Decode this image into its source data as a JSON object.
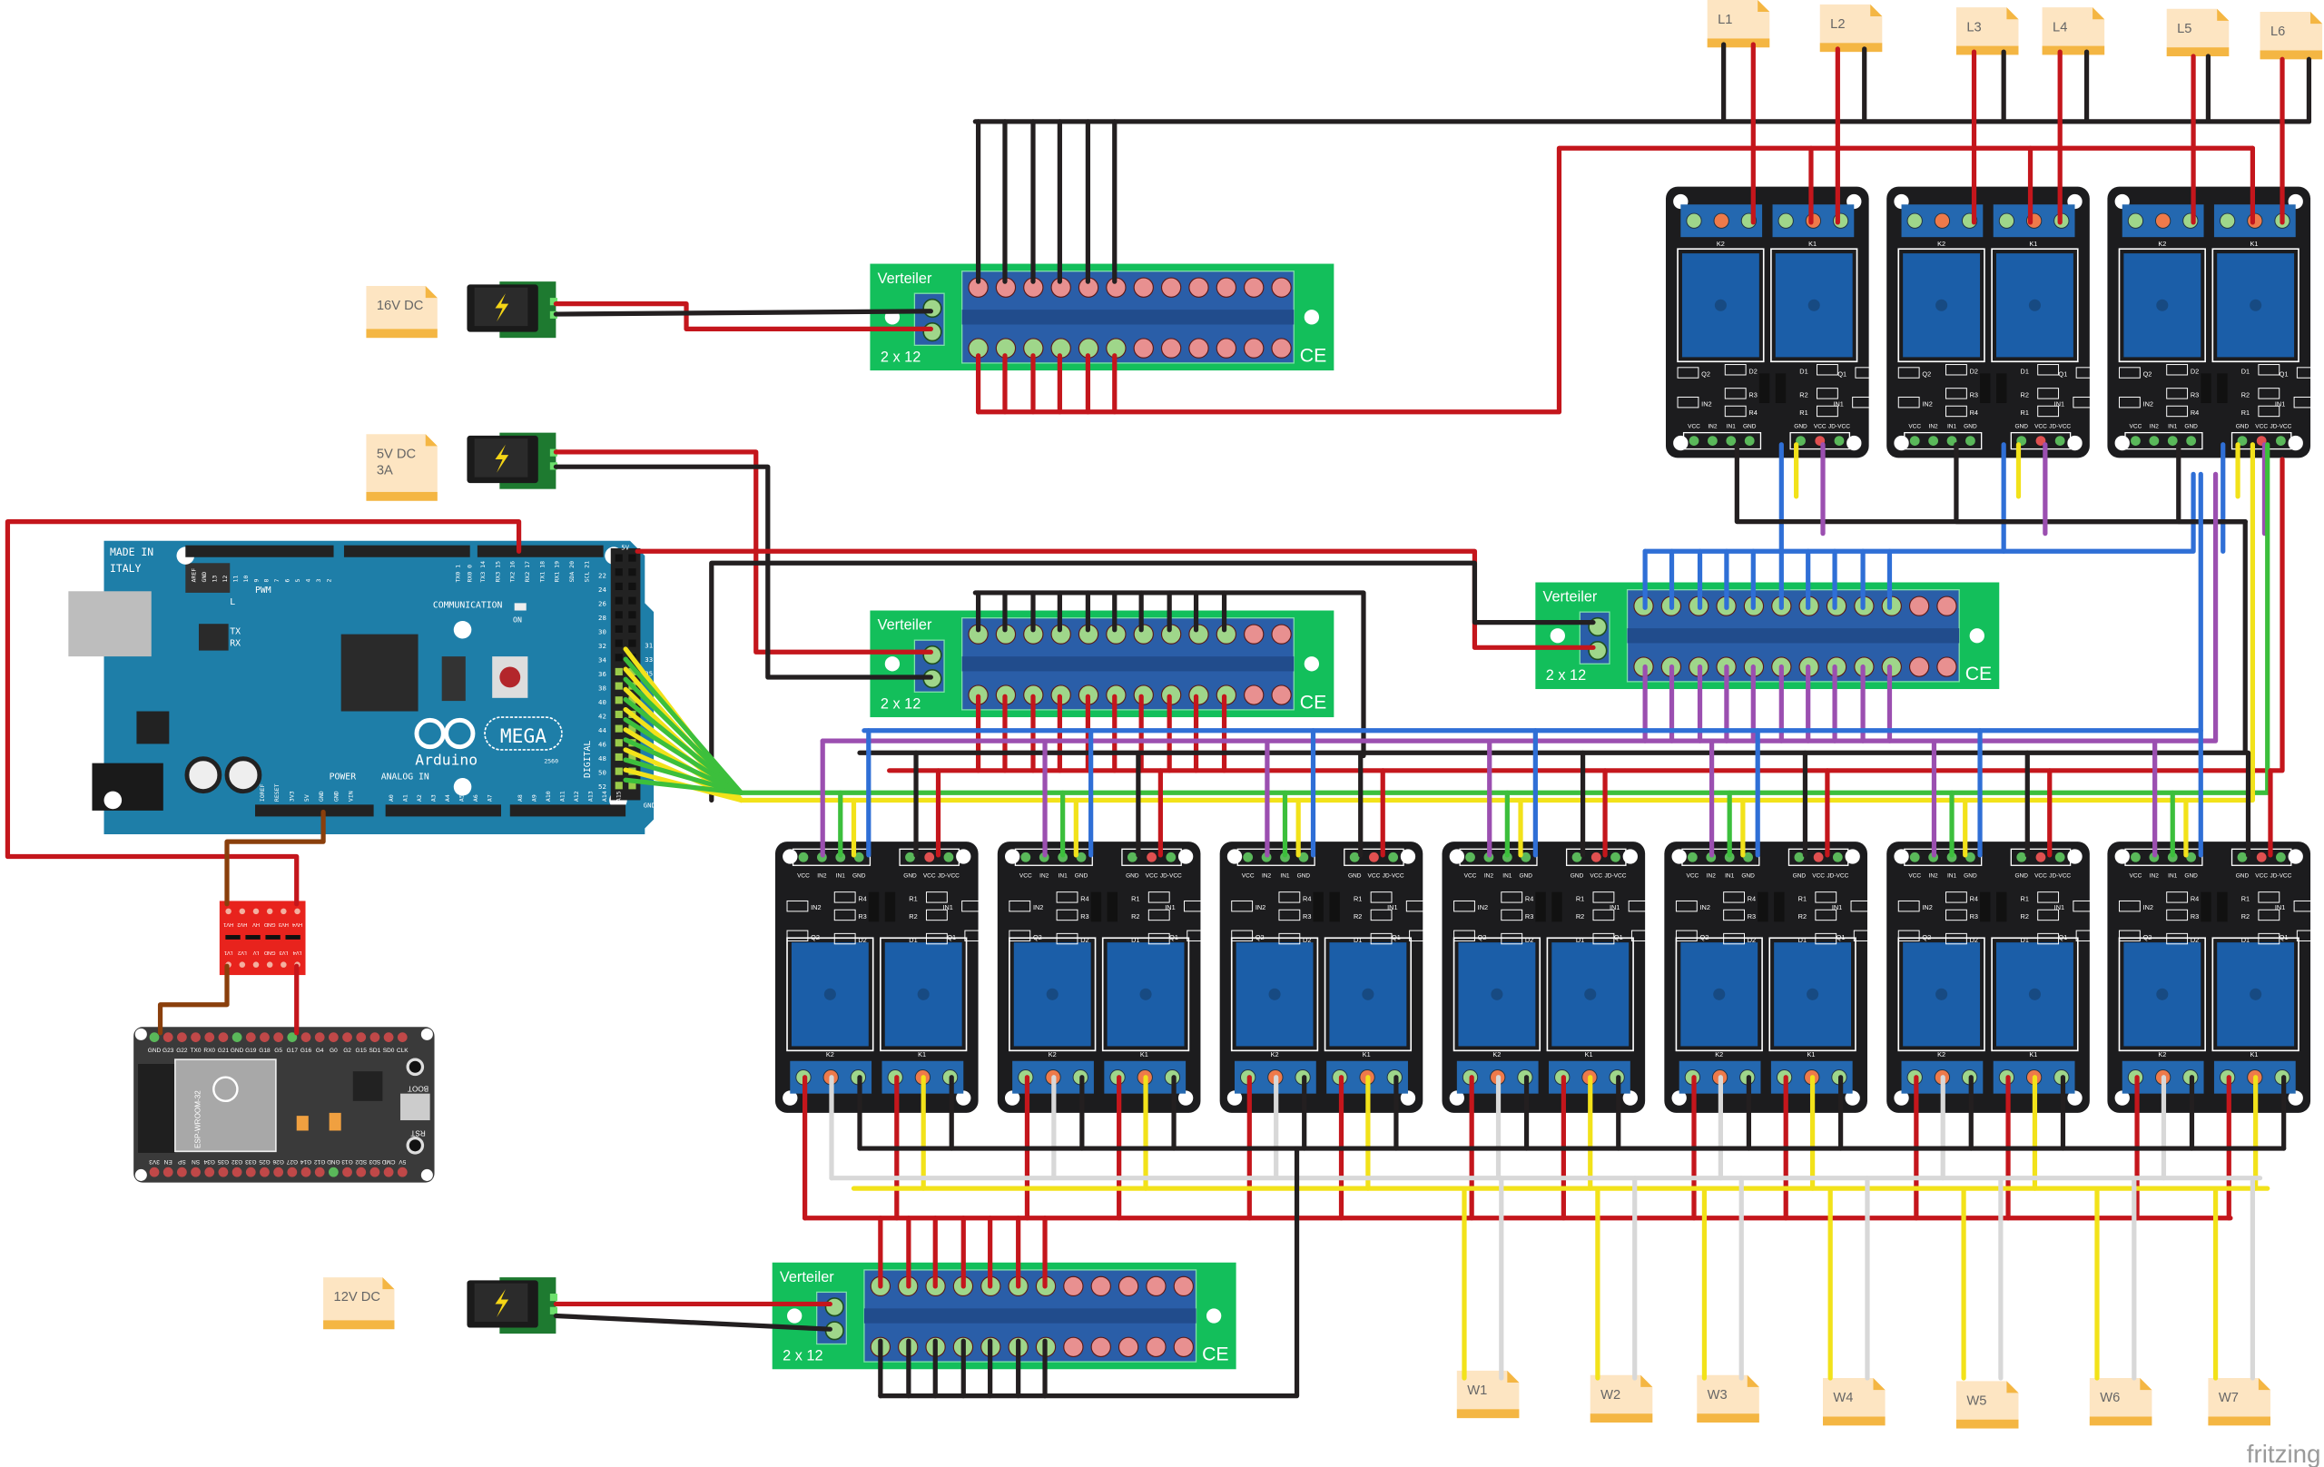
{
  "power_labels": {
    "v16": "16V DC",
    "v5_line1": "5V DC",
    "v5_line2": "3A",
    "v12": "12V DC"
  },
  "lamp_labels": [
    "L1",
    "L2",
    "L3",
    "L4",
    "L5",
    "L6"
  ],
  "window_labels": [
    "W1",
    "W2",
    "W3",
    "W4",
    "W5",
    "W6",
    "W7"
  ],
  "distributor": {
    "title": "Verteiler",
    "size": "2 x 12",
    "mark": "CE"
  },
  "arduino": {
    "made_in": "MADE IN",
    "italy": "ITALY",
    "pwm": "PWM",
    "communication": "COMMUNICATION",
    "tx": "TX",
    "rx": "RX",
    "led_l": "L",
    "on": "ON",
    "logo_text": "Arduino",
    "model": "MEGA",
    "chip": "2560",
    "power": "POWER",
    "analog_in": "ANALOG IN",
    "digital": "DIGITAL",
    "pin_5v": "5V",
    "pin_gnd": "GND",
    "top_pins": [
      "AREF",
      "GND",
      "13",
      "12",
      "11",
      "10",
      "9",
      "8",
      "7",
      "6",
      "5",
      "4",
      "3",
      "2",
      "TX0 1",
      "RX0 0",
      "TX3 14",
      "RX3 15",
      "TX2 16",
      "RX2 17",
      "TX1 18",
      "RX1 19",
      "SDA 20",
      "SCL 21"
    ],
    "digital_pins_left": [
      "22",
      "24",
      "26",
      "28",
      "30",
      "32",
      "34",
      "36",
      "38",
      "40",
      "42",
      "44",
      "46",
      "48",
      "50",
      "52"
    ],
    "digital_pins_right": [
      "31",
      "33",
      "35"
    ],
    "power_pins": [
      "IOREF",
      "RESET",
      "3V3",
      "5V",
      "GND",
      "GND",
      "VIN"
    ],
    "analog_pins": [
      "A0",
      "A1",
      "A2",
      "A3",
      "A4",
      "A5",
      "A6",
      "A7",
      "A8",
      "A9",
      "A10",
      "A11",
      "A12",
      "A13",
      "A14",
      "A15"
    ]
  },
  "level_shifter": {
    "hv_pins": [
      "HV1",
      "HV2",
      "HV",
      "GND",
      "HV3",
      "HV4"
    ],
    "lv_pins": [
      "LV1",
      "LV2",
      "LV",
      "GND",
      "LV3",
      "LV4"
    ]
  },
  "esp32": {
    "module": "ESP-WROOM-32",
    "boot": "BOOT",
    "rst": "RST",
    "top_pins": [
      "GND",
      "G23",
      "G22",
      "TX0",
      "RX0",
      "G21",
      "GND",
      "G19",
      "G18",
      "G5",
      "G17",
      "G16",
      "G4",
      "G0",
      "G2",
      "G15",
      "SD1",
      "SD0",
      "CLK"
    ],
    "bottom_pins": [
      "3V3",
      "EN",
      "SP",
      "SN",
      "G34",
      "G35",
      "G32",
      "G33",
      "G25",
      "G26",
      "G27",
      "G14",
      "G12",
      "GND",
      "G13",
      "SD2",
      "SD3",
      "CMD",
      "5V"
    ]
  },
  "relay": {
    "input_pins": [
      "VCC",
      "IN2",
      "IN1",
      "GND"
    ],
    "power_pins": [
      "GND",
      "VCC",
      "JD-VCC"
    ],
    "parts": [
      "IN2",
      "R4",
      "R3",
      "D2",
      "Q2",
      "IN1",
      "R1",
      "R2",
      "D1",
      "Q1",
      "K2",
      "K1"
    ]
  },
  "watermark": "fritzing",
  "colors": {
    "wire_red": "#c4161c",
    "wire_black": "#231f20",
    "wire_blue": "#2f6fd6",
    "wire_purple": "#9b4fb0",
    "wire_yellow": "#f2e21a",
    "wire_green": "#3cbf3c",
    "wire_white": "#d8d8d8",
    "wire_brown": "#8a3f0c",
    "arduino_board": "#1e7ea8",
    "distributor_board": "#13bf5b",
    "relay_board": "#1c1c1e",
    "relay_coil": "#1b5ea8",
    "label_note": "#fde5c2"
  }
}
